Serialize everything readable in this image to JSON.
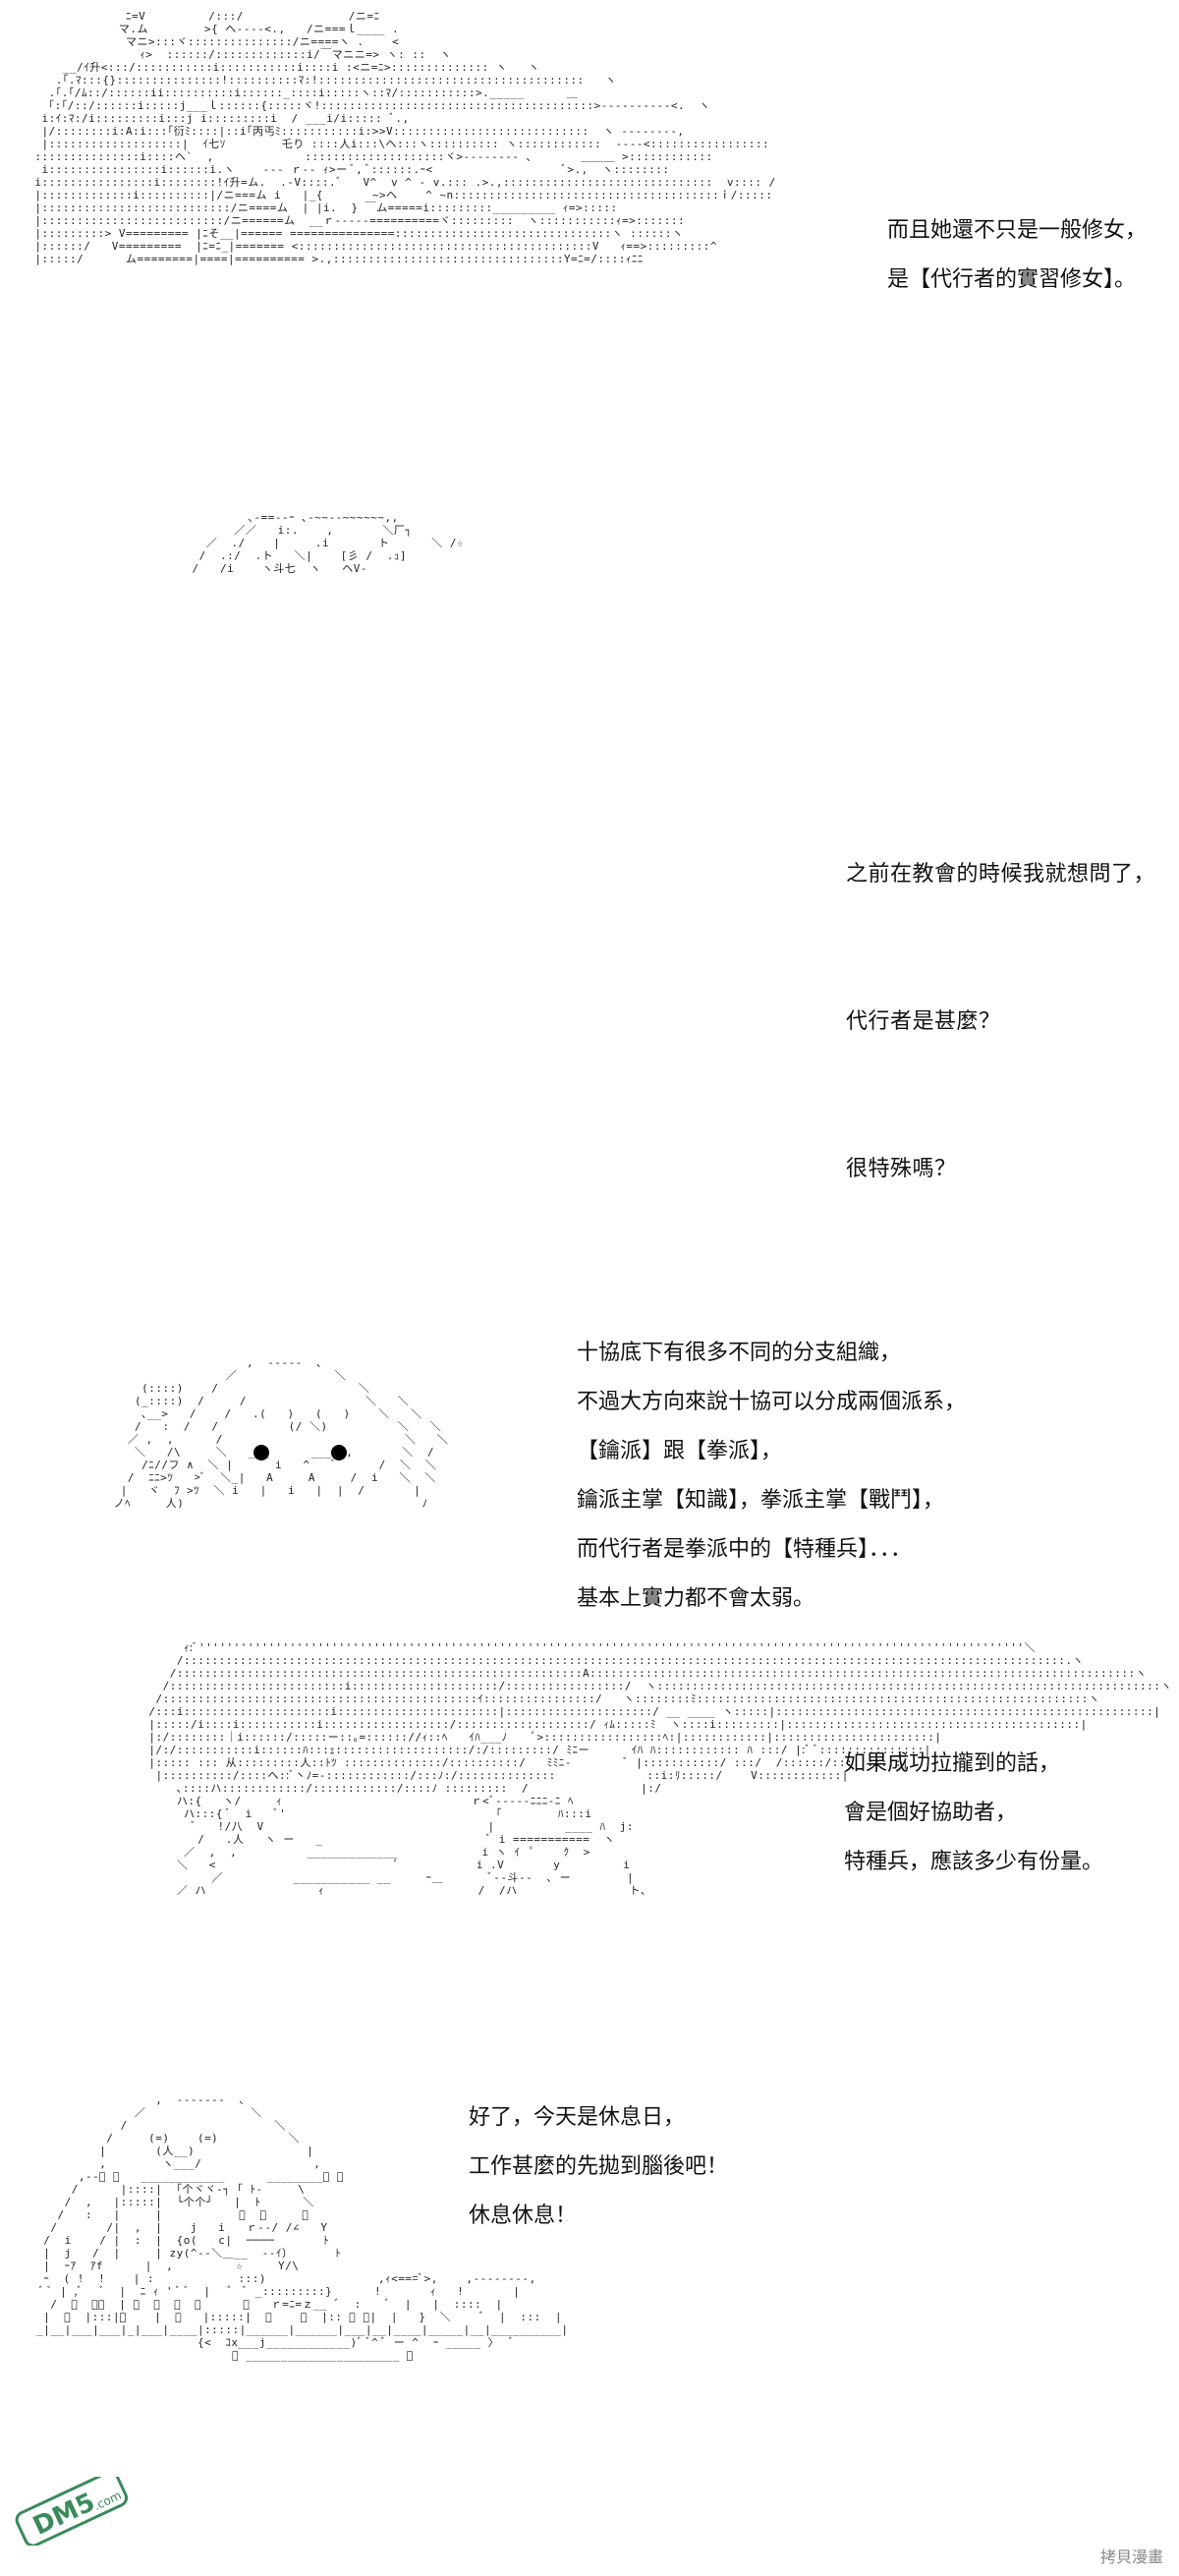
{
  "panels": [
    {
      "id": "p1",
      "lines": [
        "而且她還不只是一般修女，",
        "是【代行者的實習修女】。"
      ]
    },
    {
      "id": "p2",
      "lines": [
        "之前在教會的時候我就想問了，",
        "代行者是甚麼？",
        "很特殊嗎？"
      ]
    },
    {
      "id": "p3",
      "lines": [
        "十協底下有很多不同的分支組織，",
        "不過大方向來說十協可以分成兩個派系，",
        "【鑰派】跟【拳派】，",
        "鑰派主掌【知識】，拳派主掌【戰鬥】，",
        "而代行者是拳派中的【特種兵】．．．",
        "基本上實力都不會太弱。"
      ]
    },
    {
      "id": "p4",
      "lines": [
        "如果成功拉攏到的話，",
        "會是個好協助者，",
        "特種兵，應該多少有份量。"
      ]
    },
    {
      "id": "p5",
      "lines": [
        "好了，今天是休息日，",
        "工作甚麼的先拋到腦後吧！",
        "休息休息！"
      ]
    }
  ],
  "watermark": {
    "logo_text": "DM5",
    "logo_sub": ".com",
    "corner_text": "拷貝漫畫"
  },
  "colors": {
    "text": "#111111",
    "watermark": "#8a8a8a",
    "logo_green": "#3a8a5a"
  }
}
